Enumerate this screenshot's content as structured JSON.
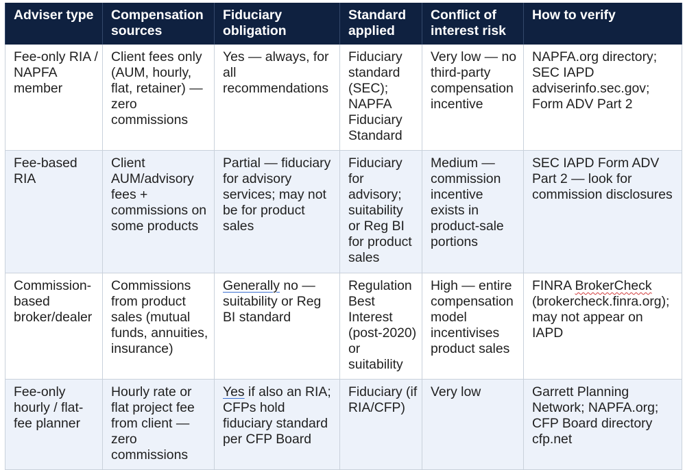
{
  "table": {
    "headers": [
      "Adviser type",
      "Compensation sources",
      "Fiduciary obligation",
      "Standard applied",
      "Conflict of interest risk",
      "How to verify"
    ],
    "rows": [
      {
        "adviser_type": "Fee-only RIA / NAPFA member",
        "compensation": "Client fees only (AUM, hourly, flat, retainer) — zero commissions",
        "fiduciary": "Yes — always, for all recommendations",
        "standard": "Fiduciary standard (SEC); NAPFA Fiduciary Standard",
        "conflict": "Very low — no third-party compensation incentive",
        "verify": "NAPFA.org directory; SEC IAPD adviserinfo.sec.gov; Form ADV Part 2"
      },
      {
        "adviser_type": "Fee-based RIA",
        "compensation": "Client AUM/advisory fees + commissions on some products",
        "fiduciary": "Partial — fiduciary for advisory services; may not be for product sales",
        "standard": "Fiduciary for advisory; suitability or Reg BI for product sales",
        "conflict": "Medium — commission incentive exists in product-sale portions",
        "verify": "SEC IAPD Form ADV Part 2 — look for commission disclosures"
      },
      {
        "adviser_type": "Commission-based broker/dealer",
        "compensation": "Commissions from product sales (mutual funds, annuities, insurance)",
        "fiduciary_lead": "Generally",
        "fiduciary_rest": " no — suitability or Reg BI standard",
        "standard": "Regulation Best Interest (post-2020) or suitability",
        "conflict": "High — entire compensation model incentivises product sales",
        "verify_lead": "FINRA ",
        "verify_mark": "BrokerCheck",
        "verify_rest": " (brokercheck.finra.org); may not appear on IAPD"
      },
      {
        "adviser_type": "Fee-only hourly / flat-fee planner",
        "compensation": "Hourly rate or flat project fee from client — zero commissions",
        "fiduciary_lead": "Yes",
        "fiduciary_rest": " if also an RIA; CFPs hold fiduciary standard per CFP Board",
        "standard": "Fiduciary (if RIA/CFP)",
        "conflict": "Very low",
        "verify": "Garrett Planning Network; NAPFA.org; CFP Board directory cfp.net"
      }
    ]
  }
}
